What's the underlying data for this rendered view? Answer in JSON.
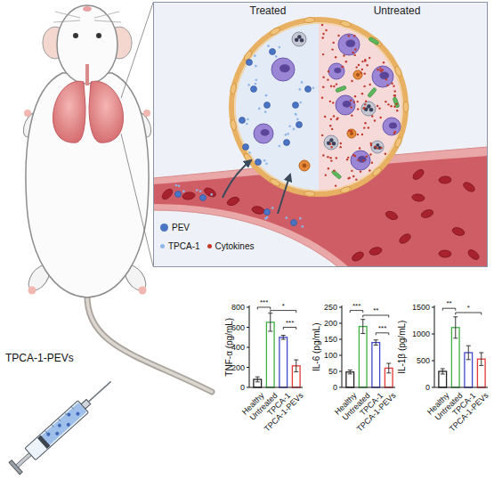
{
  "diagram": {
    "nodes": [
      {
        "text": [
          "Treated",
          "Untreated"
        ]
      }
    ],
    "labels": [
      "TNF-α (pg/mL)",
      "0",
      "200",
      "400",
      "600",
      "800",
      "Healthy",
      "Untreated",
      "TPCA-1",
      "TPCA-1-PEVs",
      "***",
      "*",
      "***",
      "IL-6 (pg/mL)",
      "0",
      "50",
      "100",
      "150",
      "200",
      "250",
      "Healthy",
      "Untreated",
      "TPCA-1",
      "TPCA-1-PEVs",
      "***",
      "**",
      "***",
      "IL-1β (pg/mL)",
      "0",
      "500",
      "1000",
      "1500",
      "Healthy",
      "Untreated",
      "TPCA-1",
      "TPCA-1-PEVs",
      "**",
      "*",
      "TPCA-1-PEVs"
    ],
    "legend": [
      {
        "text": "PEV",
        "color": "#4a74c4"
      },
      {
        "text": "TPCA-1",
        "color": "#8fb8e8"
      },
      {
        "text": "Cytokines",
        "color": "#c0392b"
      }
    ]
  }
}
